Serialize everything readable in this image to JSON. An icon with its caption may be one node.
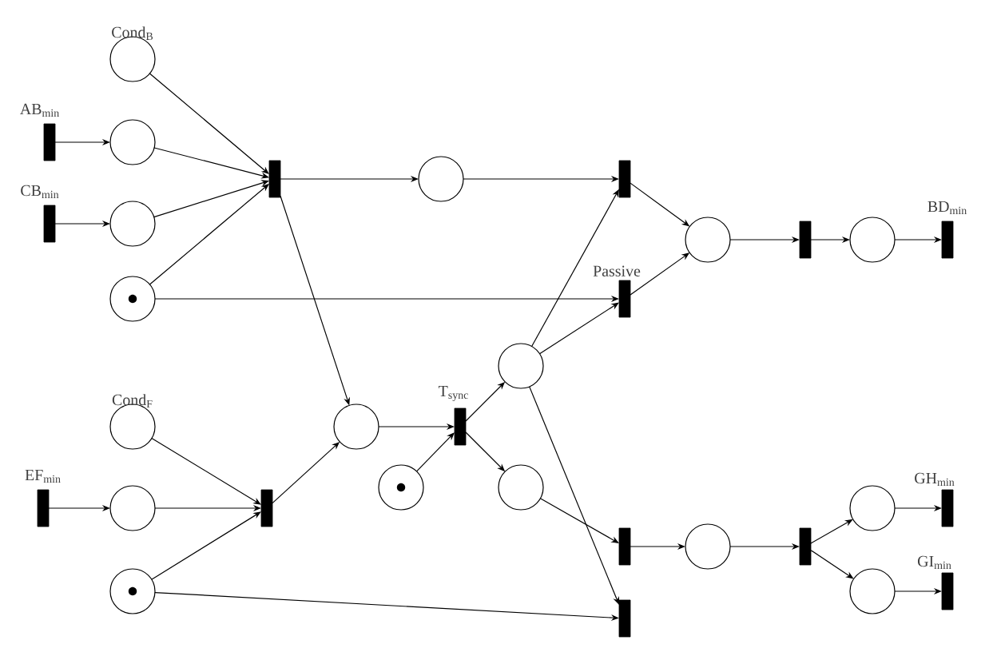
{
  "diagram": {
    "nodes": [
      {
        "text": [
          "Cond$_{B}$"
        ]
      },
      {
        "text": [
          "AB$_{min}$"
        ]
      },
      {
        "text": [],
        "shape": "circle"
      },
      {
        "text": [
          "CB$_{min}$"
        ]
      },
      {
        "text": [],
        "shape": "circle"
      },
      {
        "text": [],
        "shape": "circle"
      },
      {
        "text": [],
        "shape": "bar"
      },
      {
        "text": [],
        "shape": "circle"
      },
      {
        "text": [],
        "shape": "bar"
      },
      {
        "text": [],
        "shape": "circle"
      },
      {
        "text": [],
        "shape": "bar"
      },
      {
        "text": [],
        "shape": "circle"
      },
      {
        "text": [
          "BD$_{min}$"
        ]
      },
      {
        "text": [
          "Passive"
        ]
      },
      {
        "text": [],
        "shape": "circle"
      },
      {
        "text": [
          "T$_{sync}$"
        ]
      },
      {
        "text": [
          "Cond$_{F}$"
        ]
      },
      {
        "text": [],
        "shape": "circle"
      },
      {
        "text": [
          "EF$_{min}$"
        ]
      },
      {
        "text": [],
        "shape": "circle"
      },
      {
        "text": [],
        "shape": "circle"
      },
      {
        "text": [],
        "shape": "circle"
      },
      {
        "text": [],
        "shape": "bar"
      },
      {
        "text": [
          "GH$_{min}$"
        ]
      },
      {
        "text": [],
        "shape": "circle"
      },
      {
        "text": [],
        "shape": "circle"
      },
      {
        "text": [],
        "shape": "bar"
      },
      {
        "text": [],
        "shape": "circle"
      },
      {
        "text": [],
        "shape": "bar"
      },
      {
        "text": [
          "GI$_{min}$"
        ]
      },
      {
        "text": [],
        "shape": "circle"
      },
      {
        "text": [],
        "shape": "bar"
      }
    ],
    "edges": [
      {
        "from": 1,
        "to": 2,
        "arrow": "to"
      },
      {
        "from": 3,
        "to": 4,
        "arrow": "to"
      },
      {
        "from": 0,
        "to": 6,
        "arrow": "to"
      },
      {
        "from": 2,
        "to": 6,
        "arrow": "to"
      },
      {
        "from": 4,
        "to": 6,
        "arrow": "to"
      },
      {
        "from": 5,
        "to": 6,
        "arrow": "to"
      },
      {
        "from": 6,
        "to": 7,
        "arrow": "to"
      },
      {
        "from": 6,
        "to": 17,
        "arrow": "to"
      },
      {
        "from": 7,
        "to": 8,
        "arrow": "to"
      },
      {
        "from": 5,
        "to": 13,
        "arrow": "to"
      },
      {
        "from": 8,
        "to": 9,
        "arrow": "to"
      },
      {
        "from": 13,
        "to": 9,
        "arrow": "to"
      },
      {
        "from": 9,
        "to": 10,
        "arrow": "to"
      },
      {
        "from": 10,
        "to": 11,
        "arrow": "to"
      },
      {
        "from": 11,
        "to": 12,
        "arrow": "to"
      },
      {
        "from": 18,
        "to": 19,
        "arrow": "to"
      },
      {
        "from": 16,
        "to": 22,
        "arrow": "to"
      },
      {
        "from": 19,
        "to": 22,
        "arrow": "to"
      },
      {
        "from": 25,
        "to": 22,
        "arrow": "to"
      },
      {
        "from": 22,
        "to": 17,
        "arrow": "to"
      },
      {
        "from": 17,
        "to": 15,
        "arrow": "to"
      },
      {
        "from": 20,
        "to": 15,
        "arrow": "to"
      },
      {
        "from": 15,
        "to": 14,
        "arrow": "to"
      },
      {
        "from": 15,
        "to": 21,
        "arrow": "to"
      },
      {
        "from": 14,
        "to": 8,
        "arrow": "to"
      },
      {
        "from": 14,
        "to": 13,
        "arrow": "to"
      },
      {
        "from": 14,
        "to": 31,
        "arrow": "to"
      },
      {
        "from": 21,
        "to": 26,
        "arrow": "to"
      },
      {
        "from": 25,
        "to": 31,
        "arrow": "to"
      },
      {
        "from": 26,
        "to": 27,
        "arrow": "to"
      },
      {
        "from": 27,
        "to": 28,
        "arrow": "to"
      },
      {
        "from": 28,
        "to": 24,
        "arrow": "to"
      },
      {
        "from": 28,
        "to": 30,
        "arrow": "to"
      },
      {
        "from": 24,
        "to": 23,
        "arrow": "to"
      },
      {
        "from": 30,
        "to": 29,
        "arrow": "to"
      }
    ]
  }
}
